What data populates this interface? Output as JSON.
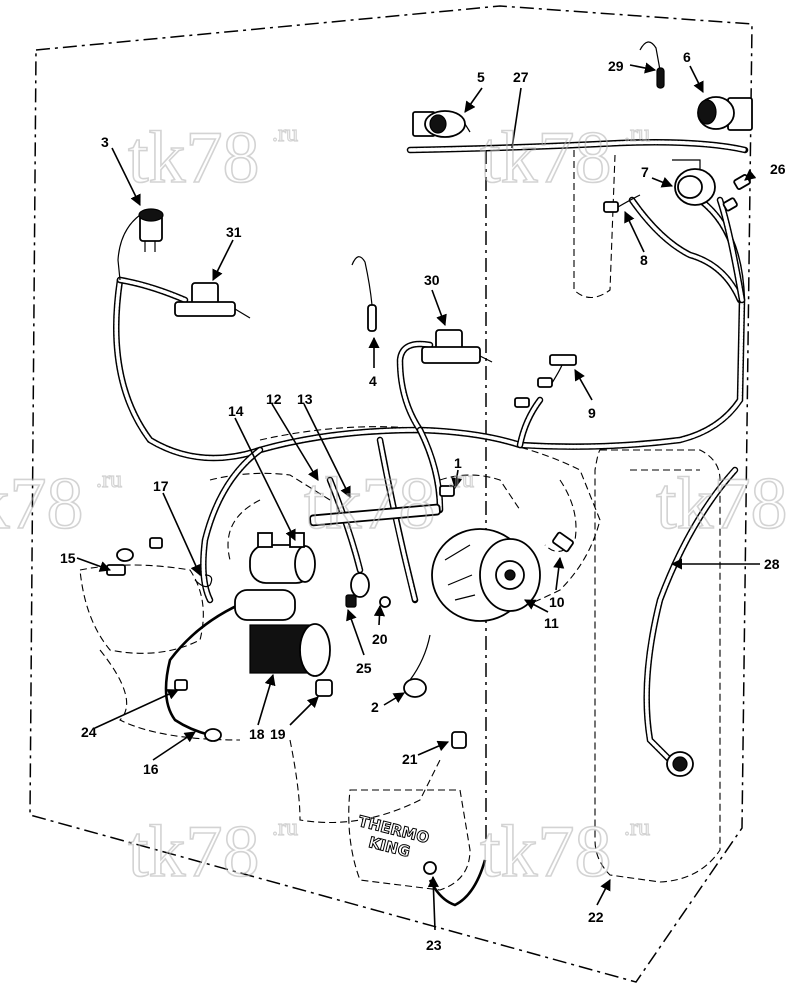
{
  "watermark": {
    "main": "tk78",
    "suffix": ".ru"
  },
  "engine_brand": {
    "line1": "THERMO",
    "line2": "KING"
  },
  "callouts": [
    {
      "id": "1",
      "name": "callout-1"
    },
    {
      "id": "2",
      "name": "callout-2"
    },
    {
      "id": "3",
      "name": "callout-3"
    },
    {
      "id": "4",
      "name": "callout-4"
    },
    {
      "id": "5",
      "name": "callout-5"
    },
    {
      "id": "6",
      "name": "callout-6"
    },
    {
      "id": "7",
      "name": "callout-7"
    },
    {
      "id": "8",
      "name": "callout-8"
    },
    {
      "id": "9",
      "name": "callout-9"
    },
    {
      "id": "10",
      "name": "callout-10"
    },
    {
      "id": "11",
      "name": "callout-11"
    },
    {
      "id": "12",
      "name": "callout-12"
    },
    {
      "id": "13",
      "name": "callout-13"
    },
    {
      "id": "14",
      "name": "callout-14"
    },
    {
      "id": "15",
      "name": "callout-15"
    },
    {
      "id": "16",
      "name": "callout-16"
    },
    {
      "id": "17",
      "name": "callout-17"
    },
    {
      "id": "18",
      "name": "callout-18"
    },
    {
      "id": "19",
      "name": "callout-19"
    },
    {
      "id": "20",
      "name": "callout-20"
    },
    {
      "id": "21",
      "name": "callout-21"
    },
    {
      "id": "22",
      "name": "callout-22"
    },
    {
      "id": "23",
      "name": "callout-23"
    },
    {
      "id": "24",
      "name": "callout-24"
    },
    {
      "id": "25",
      "name": "callout-25"
    },
    {
      "id": "26",
      "name": "callout-26"
    },
    {
      "id": "27",
      "name": "callout-27"
    },
    {
      "id": "28",
      "name": "callout-28"
    },
    {
      "id": "29",
      "name": "callout-29"
    },
    {
      "id": "30",
      "name": "callout-30"
    },
    {
      "id": "31",
      "name": "callout-31"
    }
  ]
}
